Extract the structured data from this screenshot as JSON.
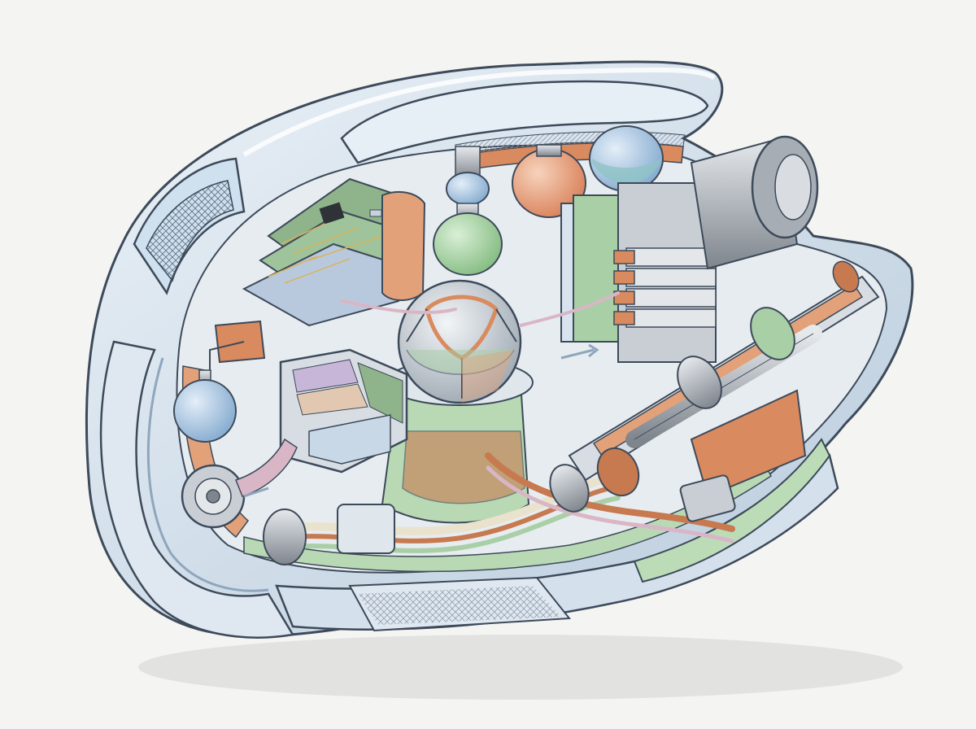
{
  "illustration": {
    "subject": "",
    "palette": {
      "background": "#f4f4f2",
      "shell": "#c9d8e6",
      "shell_light": "#e4edf5",
      "shell_dark": "#8fa6bd",
      "outline": "#3d4a5a",
      "orange": "#d98a5e",
      "orange_light": "#eab48f",
      "green": "#a9cfa6",
      "green_dark": "#7fb27d",
      "blue": "#8fb4d6",
      "cream": "#e9e2cc",
      "metal": "#b7bcc2",
      "metal_dark": "#7f858c",
      "copper": "#c7794f",
      "pcb": "#8fb38a",
      "chip": "#2f3338"
    },
    "components": [
      "outer-shell",
      "mesh-vent",
      "circuit-board",
      "fluid-flasks",
      "central-dome-core",
      "prism-filter",
      "heat-sink-stack",
      "drive-cylinder",
      "piston-shaft",
      "wire-bundle",
      "side-flask",
      "gear-wheel",
      "bottom-grille"
    ]
  }
}
